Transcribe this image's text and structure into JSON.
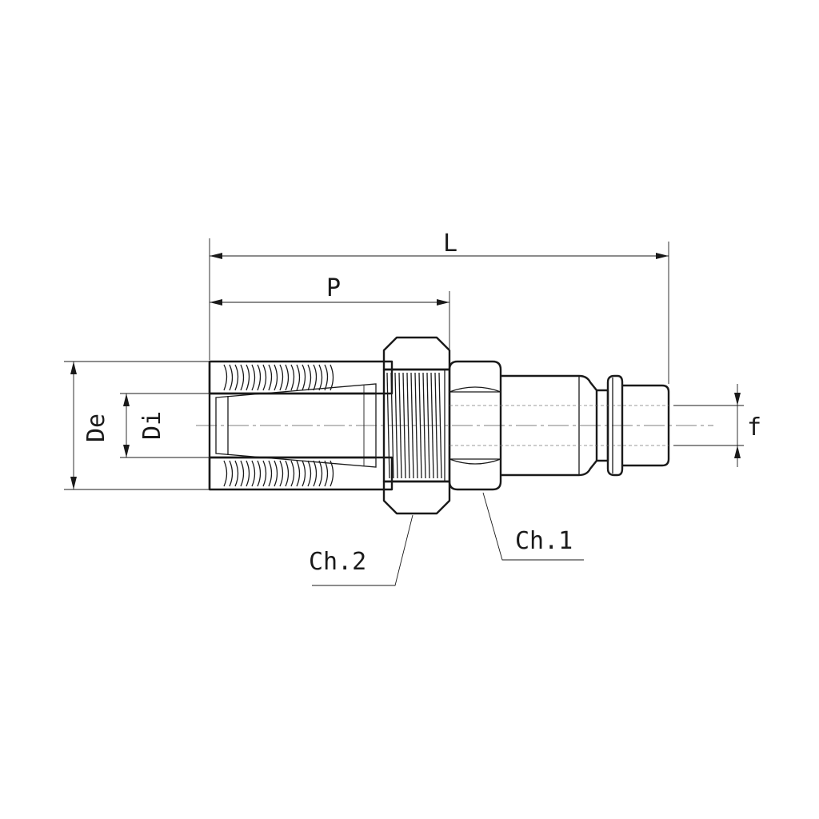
{
  "labels": {
    "length": "L",
    "depth": "P",
    "outer_diameter": "De",
    "inner_diameter": "Di",
    "flow": "f",
    "wrench_1": "Ch.1",
    "wrench_2": "Ch.2"
  },
  "colors": {
    "line": "#1a1a1a",
    "background": "#ffffff"
  }
}
